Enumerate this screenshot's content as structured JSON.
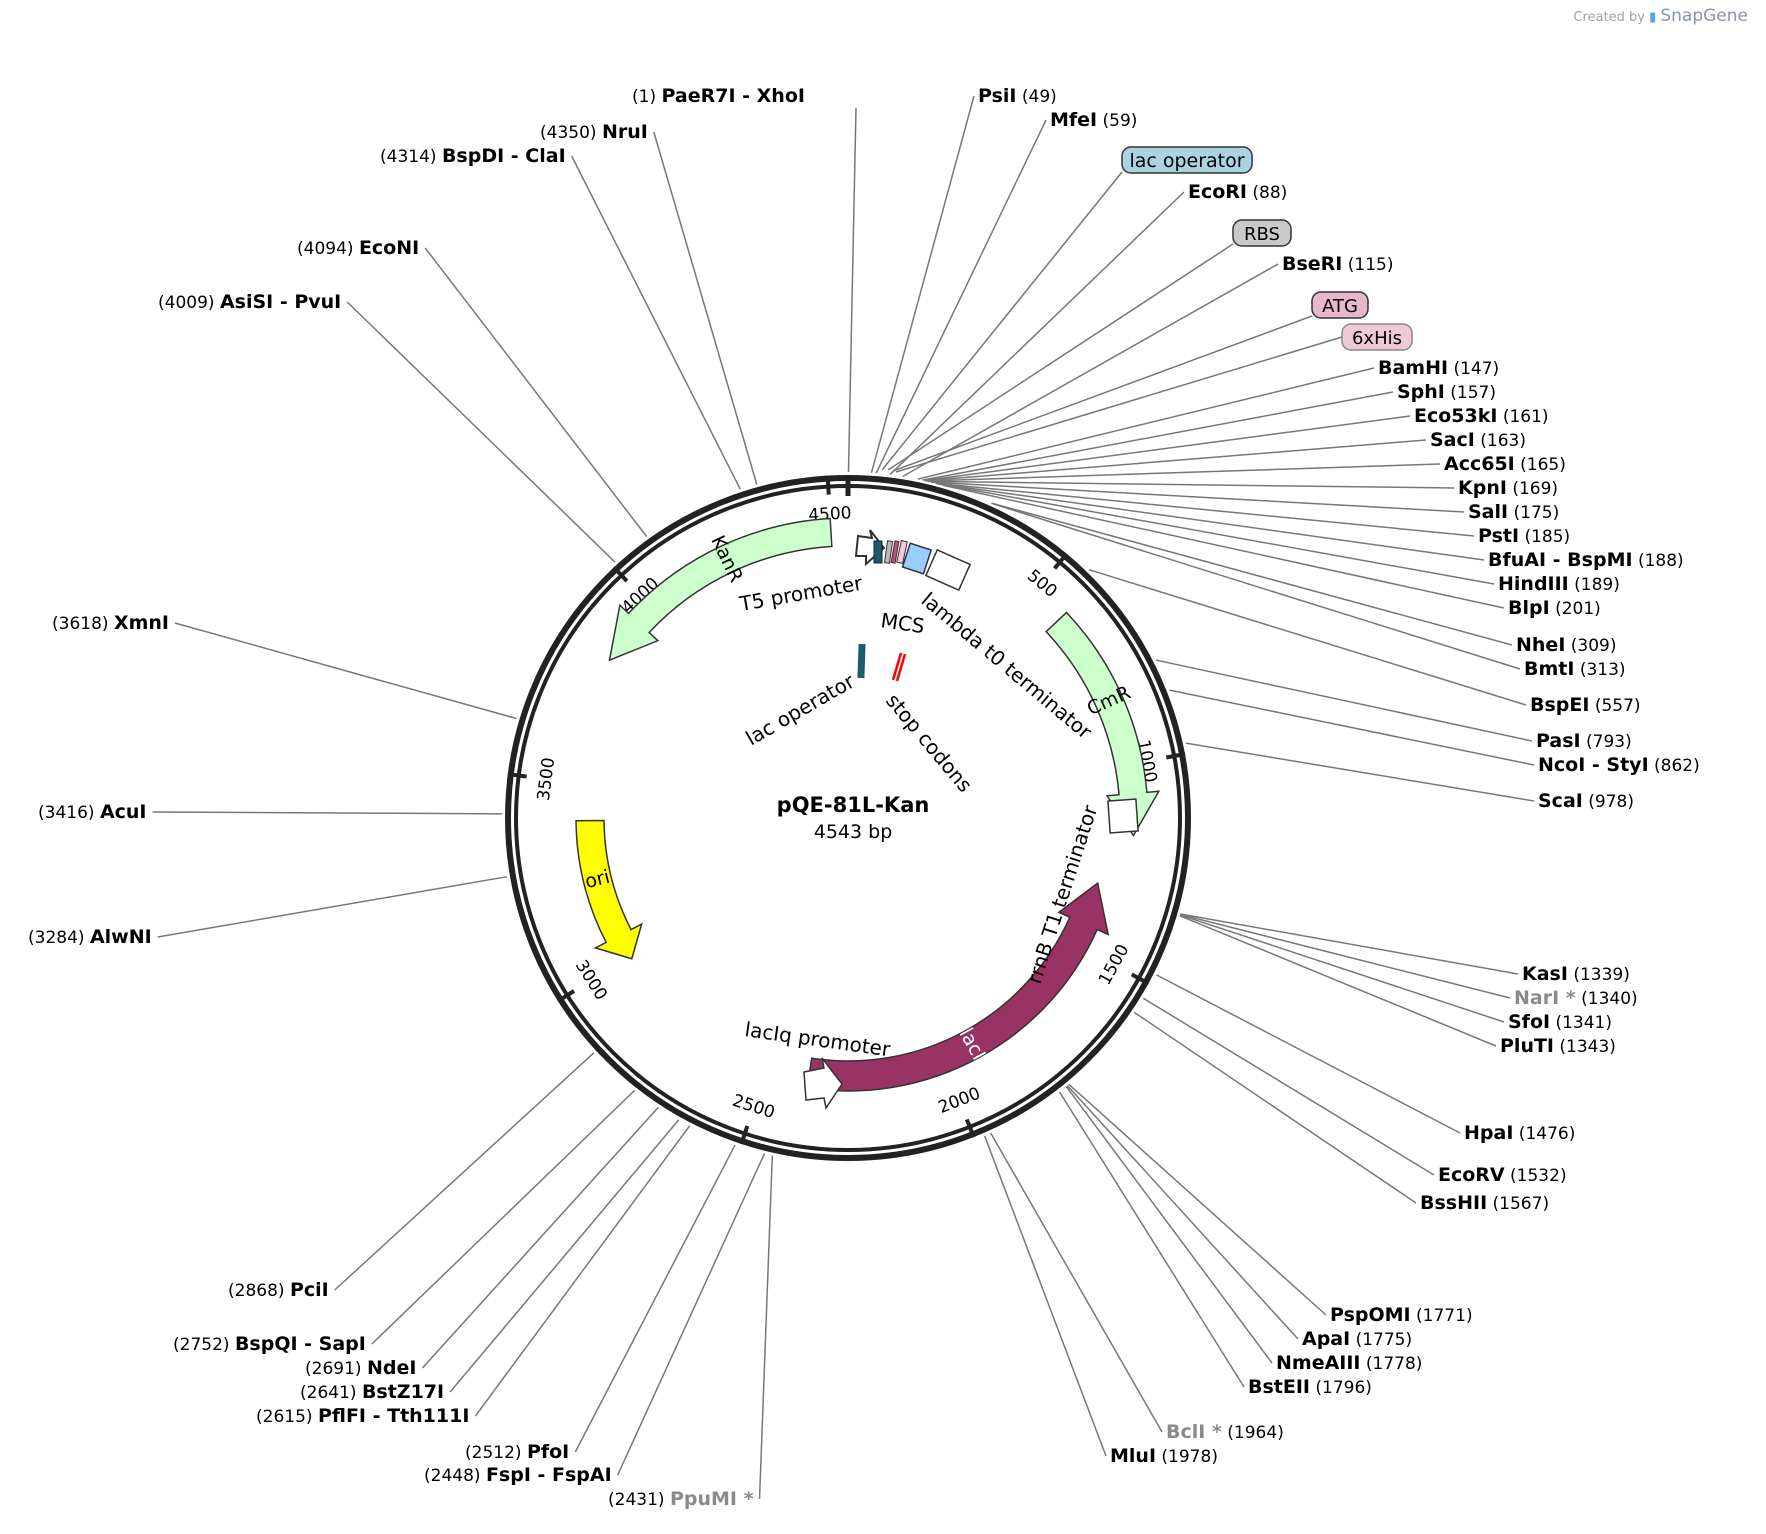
{
  "branding": {
    "prefix": "Created by",
    "app": "SnapGene"
  },
  "plasmid": {
    "name": "pQE-81L-Kan",
    "length_label": "4543 bp",
    "length": 4543
  },
  "ticks": [
    {
      "pos": 500,
      "label": "500"
    },
    {
      "pos": 1000,
      "label": "1000"
    },
    {
      "pos": 1500,
      "label": "1500"
    },
    {
      "pos": 2000,
      "label": "2000"
    },
    {
      "pos": 2500,
      "label": "2500"
    },
    {
      "pos": 3000,
      "label": "3000"
    },
    {
      "pos": 3500,
      "label": "3500"
    },
    {
      "pos": 4000,
      "label": "4000"
    },
    {
      "pos": 4500,
      "label": "4500"
    }
  ],
  "sites": [
    {
      "names": [
        "PaeR7I",
        "XhoI"
      ],
      "pos": "(1)",
      "bp": 1,
      "side": "left"
    },
    {
      "names": [
        "NruI"
      ],
      "pos": "(4350)",
      "bp": 4350,
      "side": "left"
    },
    {
      "names": [
        "BspDI",
        "ClaI"
      ],
      "pos": "(4314)",
      "bp": 4314,
      "side": "left"
    },
    {
      "names": [
        "EcoNI"
      ],
      "pos": "(4094)",
      "bp": 4094,
      "side": "left"
    },
    {
      "names": [
        "AsiSI",
        "PvuI"
      ],
      "pos": "(4009)",
      "bp": 4009,
      "side": "left"
    },
    {
      "names": [
        "XmnI"
      ],
      "pos": "(3618)",
      "bp": 3618,
      "side": "left"
    },
    {
      "names": [
        "AcuI"
      ],
      "pos": "(3416)",
      "bp": 3416,
      "side": "left"
    },
    {
      "names": [
        "AlwNI"
      ],
      "pos": "(3284)",
      "bp": 3284,
      "side": "left"
    },
    {
      "names": [
        "PciI"
      ],
      "pos": "(2868)",
      "bp": 2868,
      "side": "left"
    },
    {
      "names": [
        "BspQI",
        "SapI"
      ],
      "pos": "(2752)",
      "bp": 2752,
      "side": "left"
    },
    {
      "names": [
        "NdeI"
      ],
      "pos": "(2691)",
      "bp": 2691,
      "side": "left"
    },
    {
      "names": [
        "BstZ17I"
      ],
      "pos": "(2641)",
      "bp": 2641,
      "side": "left"
    },
    {
      "names": [
        "PflFI",
        "Tth111I"
      ],
      "pos": "(2615)",
      "bp": 2615,
      "side": "left"
    },
    {
      "names": [
        "PfoI"
      ],
      "pos": "(2512)",
      "bp": 2512,
      "side": "left"
    },
    {
      "names": [
        "FspI",
        "FspAI"
      ],
      "pos": "(2448)",
      "bp": 2448,
      "side": "left"
    },
    {
      "names": [
        "PpuMI *"
      ],
      "pos": "(2431)",
      "bp": 2431,
      "side": "left",
      "grey": true
    },
    {
      "names": [
        "PsiI"
      ],
      "pos": "(49)",
      "bp": 49,
      "side": "right"
    },
    {
      "names": [
        "MfeI"
      ],
      "pos": "(59)",
      "bp": 59,
      "side": "right"
    },
    {
      "names": [
        "EcoRI"
      ],
      "pos": "(88)",
      "bp": 88,
      "side": "right"
    },
    {
      "names": [
        "BseRI"
      ],
      "pos": "(115)",
      "bp": 115,
      "side": "right"
    },
    {
      "names": [
        "BamHI"
      ],
      "pos": "(147)",
      "bp": 147,
      "side": "right"
    },
    {
      "names": [
        "SphI"
      ],
      "pos": "(157)",
      "bp": 157,
      "side": "right"
    },
    {
      "names": [
        "Eco53kI"
      ],
      "pos": "(161)",
      "bp": 161,
      "side": "right"
    },
    {
      "names": [
        "SacI"
      ],
      "pos": "(163)",
      "bp": 163,
      "side": "right"
    },
    {
      "names": [
        "Acc65I"
      ],
      "pos": "(165)",
      "bp": 165,
      "side": "right"
    },
    {
      "names": [
        "KpnI"
      ],
      "pos": "(169)",
      "bp": 169,
      "side": "right"
    },
    {
      "names": [
        "SalI"
      ],
      "pos": "(175)",
      "bp": 175,
      "side": "right"
    },
    {
      "names": [
        "PstI"
      ],
      "pos": "(185)",
      "bp": 185,
      "side": "right"
    },
    {
      "names": [
        "BfuAI",
        "BspMI"
      ],
      "pos": "(188)",
      "bp": 188,
      "side": "right"
    },
    {
      "names": [
        "HindIII"
      ],
      "pos": "(189)",
      "bp": 189,
      "side": "right"
    },
    {
      "names": [
        "BlpI"
      ],
      "pos": "(201)",
      "bp": 201,
      "side": "right"
    },
    {
      "names": [
        "NheI"
      ],
      "pos": "(309)",
      "bp": 309,
      "side": "right"
    },
    {
      "names": [
        "BmtI"
      ],
      "pos": "(313)",
      "bp": 313,
      "side": "right"
    },
    {
      "names": [
        "BspEI"
      ],
      "pos": "(557)",
      "bp": 557,
      "side": "right"
    },
    {
      "names": [
        "PasI"
      ],
      "pos": "(793)",
      "bp": 793,
      "side": "right"
    },
    {
      "names": [
        "NcoI",
        "StyI"
      ],
      "pos": "(862)",
      "bp": 862,
      "side": "right"
    },
    {
      "names": [
        "ScaI"
      ],
      "pos": "(978)",
      "bp": 978,
      "side": "right"
    },
    {
      "names": [
        "KasI"
      ],
      "pos": "(1339)",
      "bp": 1339,
      "side": "right"
    },
    {
      "names": [
        "NarI *"
      ],
      "pos": "(1340)",
      "bp": 1340,
      "side": "right",
      "grey": true
    },
    {
      "names": [
        "SfoI"
      ],
      "pos": "(1341)",
      "bp": 1341,
      "side": "right"
    },
    {
      "names": [
        "PluTI"
      ],
      "pos": "(1343)",
      "bp": 1343,
      "side": "right"
    },
    {
      "names": [
        "HpaI"
      ],
      "pos": "(1476)",
      "bp": 1476,
      "side": "right"
    },
    {
      "names": [
        "EcoRV"
      ],
      "pos": "(1532)",
      "bp": 1532,
      "side": "right"
    },
    {
      "names": [
        "BssHII"
      ],
      "pos": "(1567)",
      "bp": 1567,
      "side": "right"
    },
    {
      "names": [
        "PspOMI"
      ],
      "pos": "(1771)",
      "bp": 1771,
      "side": "right"
    },
    {
      "names": [
        "ApaI"
      ],
      "pos": "(1775)",
      "bp": 1775,
      "side": "right"
    },
    {
      "names": [
        "NmeAIII"
      ],
      "pos": "(1778)",
      "bp": 1778,
      "side": "right"
    },
    {
      "names": [
        "BstEII"
      ],
      "pos": "(1796)",
      "bp": 1796,
      "side": "right"
    },
    {
      "names": [
        "BclI *"
      ],
      "pos": "(1964)",
      "bp": 1964,
      "side": "right",
      "grey": true
    },
    {
      "names": [
        "MluI"
      ],
      "pos": "(1978)",
      "bp": 1978,
      "side": "right"
    }
  ],
  "feature_tags": [
    {
      "label": "lac operator",
      "color": "#a9d4e0"
    },
    {
      "label": "RBS",
      "color": "#c9c9c9"
    },
    {
      "label": "ATG",
      "color": "#e8b6cd"
    },
    {
      "label": "6xHis",
      "color": "#efc9d8"
    }
  ],
  "features": [
    {
      "label": "KanR",
      "type": "arrow",
      "start": 4500,
      "end": 3830,
      "color": "#ccffcc"
    },
    {
      "label": "CmR",
      "type": "arrow",
      "start": 590,
      "end": 1180,
      "color": "#ccffcc"
    },
    {
      "label": "ori",
      "type": "arrow",
      "start": 3400,
      "end": 2990,
      "color": "#ffff00"
    },
    {
      "label": "lacI",
      "type": "arrow",
      "start": 2380,
      "end": 1320,
      "color": "#993366"
    },
    {
      "label": "T5 promoter",
      "color": "#ffffff"
    },
    {
      "label": "MCS",
      "color": "#ffffff"
    },
    {
      "label": "lambda t0 terminator",
      "color": "#ffffff"
    },
    {
      "label": "rrnB T1 terminator",
      "color": "#ffffff"
    },
    {
      "label": "lacIq promoter",
      "color": "#ffffff"
    },
    {
      "label": "lac operator",
      "color": "#1a5c6e"
    },
    {
      "label": "stop codons",
      "color": "#ff0000"
    }
  ]
}
